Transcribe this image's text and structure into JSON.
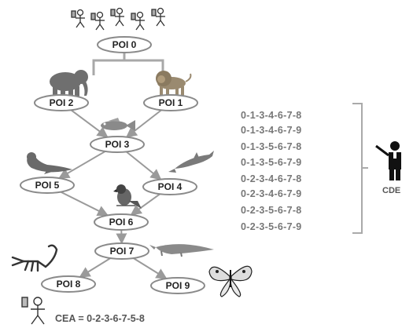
{
  "pois": [
    {
      "id": "poi0",
      "label": "POI 0"
    },
    {
      "id": "poi1",
      "label": "POI 1"
    },
    {
      "id": "poi2",
      "label": "POI 2"
    },
    {
      "id": "poi3",
      "label": "POI 3"
    },
    {
      "id": "poi4",
      "label": "POI 4"
    },
    {
      "id": "poi5",
      "label": "POI 5"
    },
    {
      "id": "poi6",
      "label": "POI 6"
    },
    {
      "id": "poi7",
      "label": "POI 7"
    },
    {
      "id": "poi8",
      "label": "POI 8"
    },
    {
      "id": "poi9",
      "label": "POI 9"
    }
  ],
  "edges": [
    [
      "poi0",
      "poi1"
    ],
    [
      "poi0",
      "poi2"
    ],
    [
      "poi1",
      "poi3"
    ],
    [
      "poi2",
      "poi3"
    ],
    [
      "poi3",
      "poi4"
    ],
    [
      "poi3",
      "poi5"
    ],
    [
      "poi4",
      "poi6"
    ],
    [
      "poi5",
      "poi6"
    ],
    [
      "poi6",
      "poi7"
    ],
    [
      "poi7",
      "poi8"
    ],
    [
      "poi7",
      "poi9"
    ]
  ],
  "paths": [
    "0-1-3-4-6-7-8",
    "0-1-3-4-6-7-9",
    "0-1-3-5-6-7-8",
    "0-1-3-5-6-7-9",
    "0-2-3-4-6-7-8",
    "0-2-3-4-6-7-9",
    "0-2-3-5-6-7-8",
    "0-2-3-5-6-7-9"
  ],
  "cde_label": "CDE",
  "cea_label": "CEA = 0-2-3-6-7-5-8",
  "illustrations": {
    "visitors": "visitor-group-icon",
    "poi2": "elephant-illustration",
    "poi1": "lion-illustration",
    "poi3": "fish-illustration",
    "poi5": "seal-illustration",
    "poi4": "dolphin-illustration",
    "poi6": "parrot-illustration",
    "poi7": "crocodile-illustration",
    "poi8": "scorpion-illustration",
    "poi9": "butterfly-illustration",
    "cde": "presenter-icon",
    "cea": "visitor-with-phone-icon"
  },
  "colors": {
    "node_border": "#8a8a8a",
    "edge": "#9a9a9a",
    "path_text": "#777777",
    "label_text": "#555555"
  }
}
